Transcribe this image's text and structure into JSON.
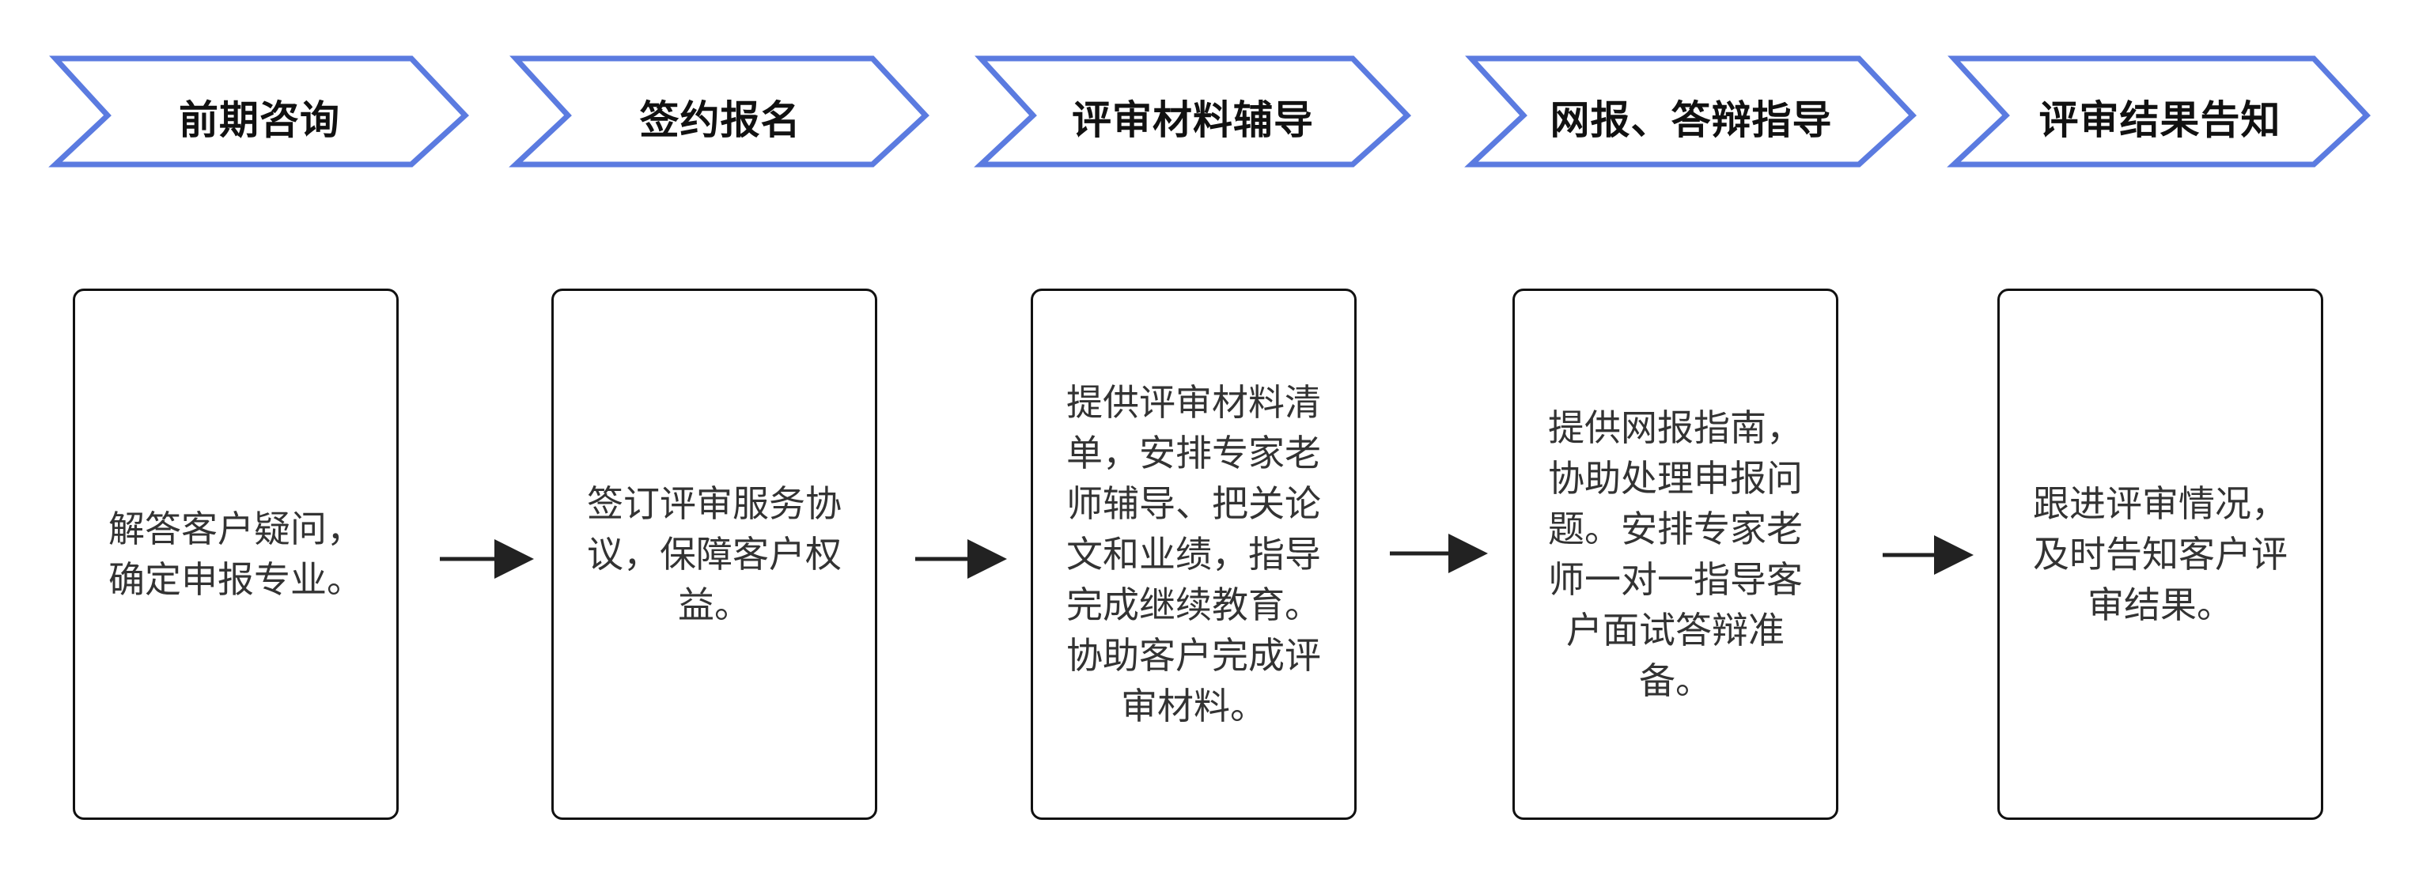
{
  "colors": {
    "chevron_stroke": "#5b7be0",
    "box_border": "#111111",
    "arrow": "#222222",
    "title_text": "#111111",
    "body_text": "#333333"
  },
  "steps": [
    {
      "title": "前期咨询",
      "description": "解答客户疑问，确定申报专业。"
    },
    {
      "title": "签约报名",
      "description": "签订评审服务协议，保障客户权益。"
    },
    {
      "title": "评审材料辅导",
      "description": "提供评审材料清单，安排专家老师辅导、把关论文和业绩，指导完成继续教育。协助客户完成评审材料。"
    },
    {
      "title": "网报、答辩指导",
      "description": "提供网报指南，协助处理申报问题。安排专家老师一对一指导客户面试答辩准备。"
    },
    {
      "title": "评审结果告知",
      "description": "跟进评审情况，及时告知客户评审结果。"
    }
  ],
  "icons": {
    "chevron_shape": "chevron-arrow-icon",
    "connector": "right-arrow-icon"
  }
}
